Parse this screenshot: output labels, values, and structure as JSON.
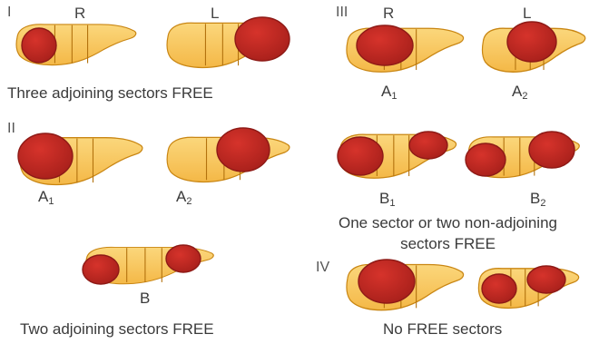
{
  "colors": {
    "liver_fill": "#f4b847",
    "liver_fill_light": "#fbd77c",
    "liver_stroke": "#c98613",
    "sector_line": "#b3720e",
    "tumor_fill": "#d6332b",
    "tumor_dark": "#a8201b",
    "tumor_stroke": "#8e1a16",
    "text": "#3a3a3a"
  },
  "groups": {
    "I": {
      "roman": "I",
      "right_label": "R",
      "left_label": "L",
      "caption": "Three adjoining sectors FREE"
    },
    "II": {
      "roman": "II",
      "label_a1": "A",
      "label_a1_sub": "1",
      "label_a2": "A",
      "label_a2_sub": "2"
    },
    "II_B": {
      "label_b": "B",
      "caption": "Two adjoining sectors FREE"
    },
    "III": {
      "roman": "III",
      "right_label": "R",
      "left_label": "L",
      "label_a1": "A",
      "label_a1_sub": "1",
      "label_a2": "A",
      "label_a2_sub": "2",
      "label_b1": "B",
      "label_b1_sub": "1",
      "label_b2": "B",
      "label_b2_sub": "2",
      "caption_line1": "One sector or two non-adjoining",
      "caption_line2": "sectors FREE"
    },
    "IV": {
      "roman": "IV",
      "caption": "No FREE sectors"
    }
  }
}
